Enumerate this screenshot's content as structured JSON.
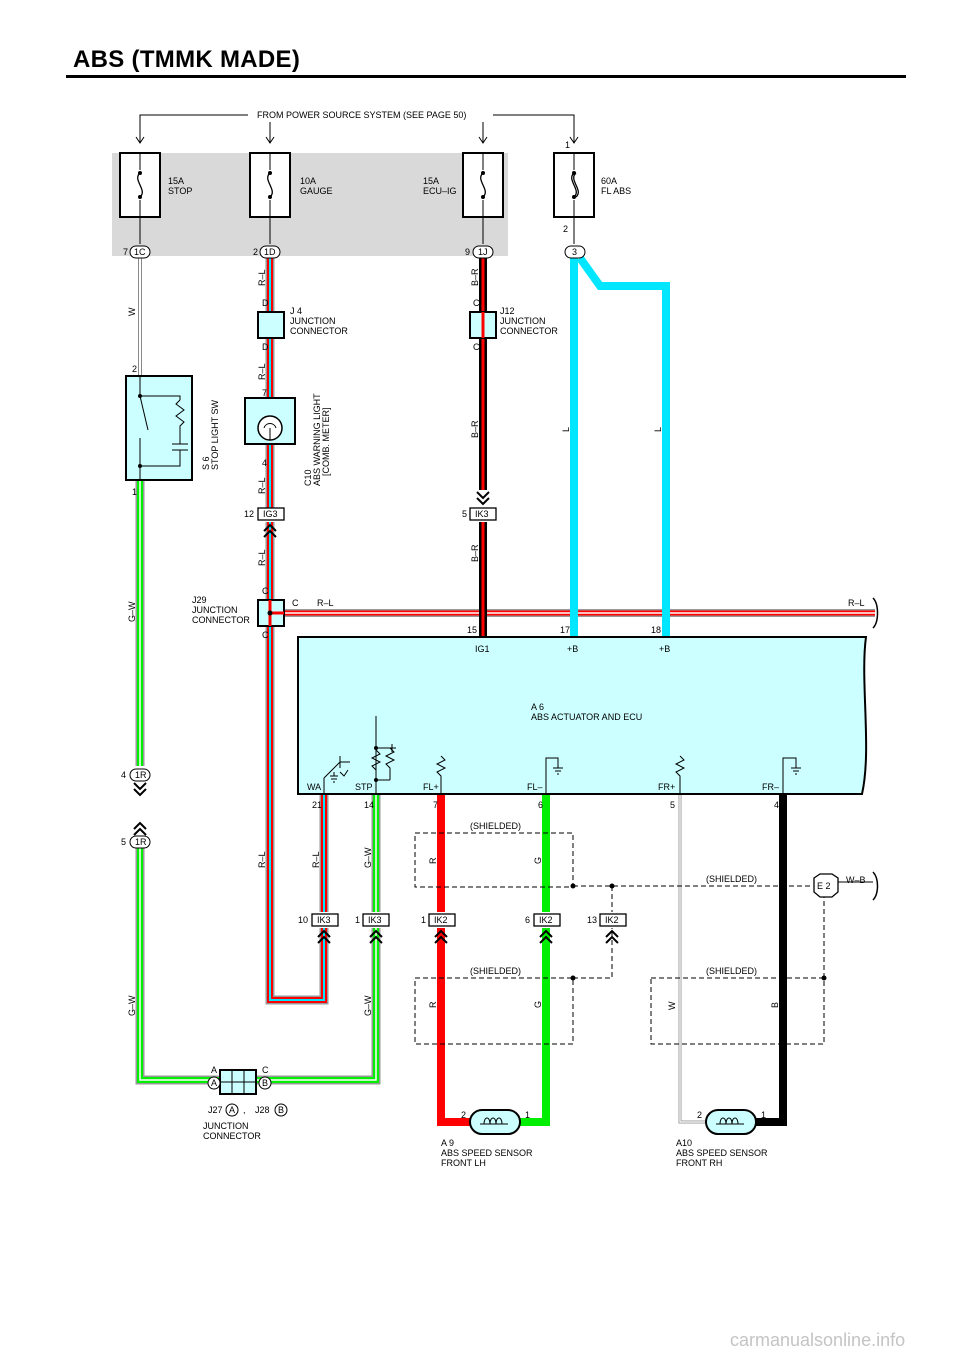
{
  "title": "ABS (TMMK MADE)",
  "power_source": "FROM POWER SOURCE SYSTEM (SEE PAGE 50)",
  "fuses": [
    {
      "rating": "15A",
      "name": "STOP"
    },
    {
      "rating": "10A",
      "name": "GAUGE"
    },
    {
      "rating": "15A",
      "name": "ECU–IG"
    },
    {
      "rating": "60A",
      "name": "FL ABS"
    }
  ],
  "connector_tags": {
    "c1C": "1C",
    "c1D": "1D",
    "c1J": "1J",
    "c3": "3",
    "cIG3": "IG3",
    "cIK3a": "IK3",
    "c1Ra": "1R",
    "c1Rb": "1R",
    "cIK3b": "IK3",
    "cIK3c": "IK3",
    "cIK2a": "IK2",
    "cIK2b": "IK2",
    "cIK2c": "IK2",
    "cE2": "E 2",
    "cA": "A",
    "cB": "B",
    "cA2": "A",
    "cB2": "B"
  },
  "pins": {
    "p7": "7",
    "p2a": "2",
    "p9": "9",
    "p1": "1",
    "p2b": "2",
    "p2c": "2",
    "p1c": "1",
    "p7b": "7",
    "p4b": "4",
    "p12": "12",
    "p5": "5",
    "p15": "15",
    "p17": "17",
    "p18": "18",
    "p4r": "4",
    "p5r": "5",
    "p21": "21",
    "p14": "14",
    "p7e": "7",
    "p6e": "6",
    "p5e": "5",
    "p4e": "4",
    "p10": "10",
    "p1k": "1",
    "p1k2": "1",
    "p6k": "6",
    "p13k": "13",
    "pA9_2": "2",
    "pA9_1": "1",
    "pA10_2": "2",
    "pA10_1": "1"
  },
  "wire_colors": {
    "w_W": "W",
    "w_RL1": "R–L",
    "w_RL2": "R–L",
    "w_RL3": "R–L",
    "w_RL4": "R–L",
    "w_BR1": "B–R",
    "w_BR2": "B–R",
    "w_BR3": "B–R",
    "w_L1": "L",
    "w_L2": "L",
    "w_GW1": "G–W",
    "w_GW2": "G–W",
    "w_GW3": "G–W",
    "w_GW4": "G–W",
    "w_RLbus": "R–L",
    "w_RLbus2": "R–L",
    "w_RLv": "R–L",
    "w_RLv2": "R–L",
    "w_R1": "R",
    "w_G1": "G",
    "w_R2": "R",
    "w_G2": "G",
    "w_W2": "W",
    "w_B": "B",
    "w_WB": "W–B"
  },
  "junction_letters": {
    "D1": "D",
    "D2": "D",
    "C1": "C",
    "C2": "C",
    "C3": "C",
    "C4": "C",
    "C5": "C",
    "JA": "A",
    "JC": "C"
  },
  "components": {
    "j4_id": "J 4",
    "j4_name1": "JUNCTION",
    "j4_name2": "CONNECTOR",
    "j12_id": "J12",
    "j12_name1": "JUNCTION",
    "j12_name2": "CONNECTOR",
    "s6_id": "S 6",
    "s6_name": "STOP LIGHT SW",
    "c10_id": "C10",
    "c10_name1": "ABS WARNING LIGHT",
    "c10_name2": "[COMB. METER]",
    "j29_id": "J29",
    "j29_name1": "JUNCTION",
    "j29_name2": "CONNECTOR",
    "a6_id": "A 6",
    "a6_name": "ABS ACTUATOR AND ECU",
    "j27": "J27",
    "j28": "J28",
    "jc_name1": "JUNCTION",
    "jc_name2": "CONNECTOR",
    "comma": ",",
    "a9_id": "A 9",
    "a9_name1": "ABS SPEED SENSOR",
    "a9_name2": "FRONT LH",
    "a10_id": "A10",
    "a10_name1": "ABS SPEED SENSOR",
    "a10_name2": "FRONT RH"
  },
  "ecu_terminals": {
    "ig1": "IG1",
    "b1": "+B",
    "b2": "+B",
    "wa": "WA",
    "stp": "STP",
    "flp": "FL+",
    "flm": "FL–",
    "frp": "FR+",
    "frm": "FR–"
  },
  "shielded": "(SHIELDED)",
  "watermark": "carmanualsonline.info",
  "colors": {
    "red": "#ff0000",
    "green": "#00ee00",
    "cyan": "#00e6ff",
    "black": "#000000",
    "fuse_box": "#d9d9d9",
    "ecu": "#ccffff"
  }
}
